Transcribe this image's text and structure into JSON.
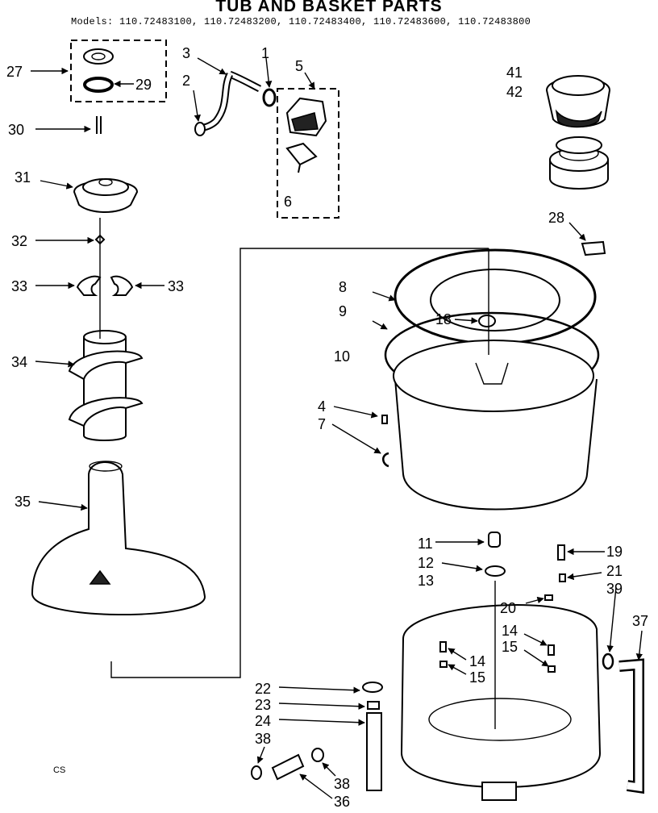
{
  "header": {
    "title": "TUB AND BASKET PARTS",
    "models": "Models: 110.72483100, 110.72483200, 110.72483400, 110.72483600, 110.72483800"
  },
  "callouts": [
    "27",
    "29",
    "30",
    "3",
    "2",
    "1",
    "5",
    "6",
    "41",
    "42",
    "31",
    "32",
    "33",
    "33",
    "28",
    "8",
    "9",
    "18",
    "10",
    "34",
    "4",
    "7",
    "35",
    "11",
    "19",
    "12",
    "21",
    "13",
    "39",
    "20",
    "37",
    "14",
    "15",
    "14",
    "15",
    "22",
    "23",
    "24",
    "38",
    "38",
    "36"
  ],
  "footnote": "CS"
}
